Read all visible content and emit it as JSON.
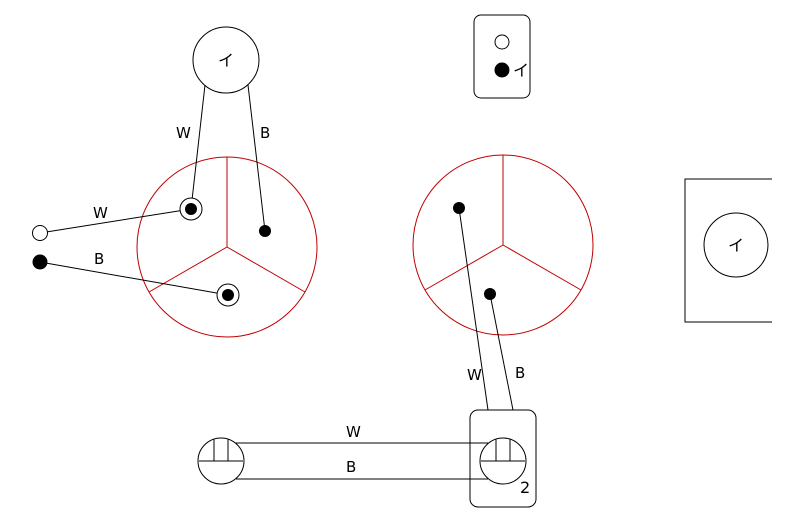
{
  "colors": {
    "line": "#000000",
    "junction_box": "#c00000",
    "background": "#ffffff"
  },
  "wire_labels": {
    "w": "W",
    "b": "B"
  },
  "switch_label": "イ",
  "outlet_count": "2"
}
